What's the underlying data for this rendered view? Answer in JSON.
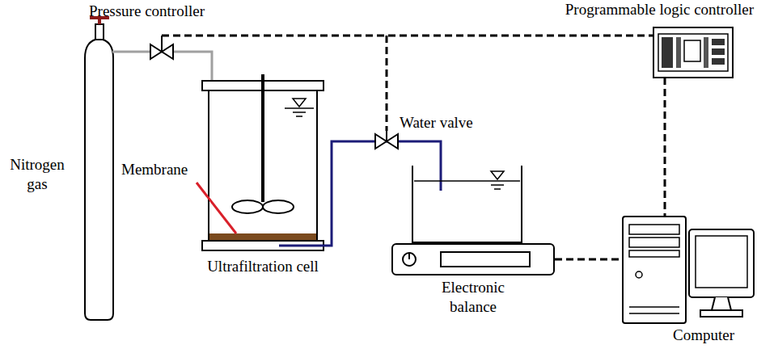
{
  "diagram": {
    "labels": [
      "Programmable logic controller",
      "Pressure controller",
      "Nitrogen gas",
      "Membrane",
      "Water valve",
      "Ultrafiltration cell",
      "Electronic balance",
      "Computer"
    ]
  }
}
